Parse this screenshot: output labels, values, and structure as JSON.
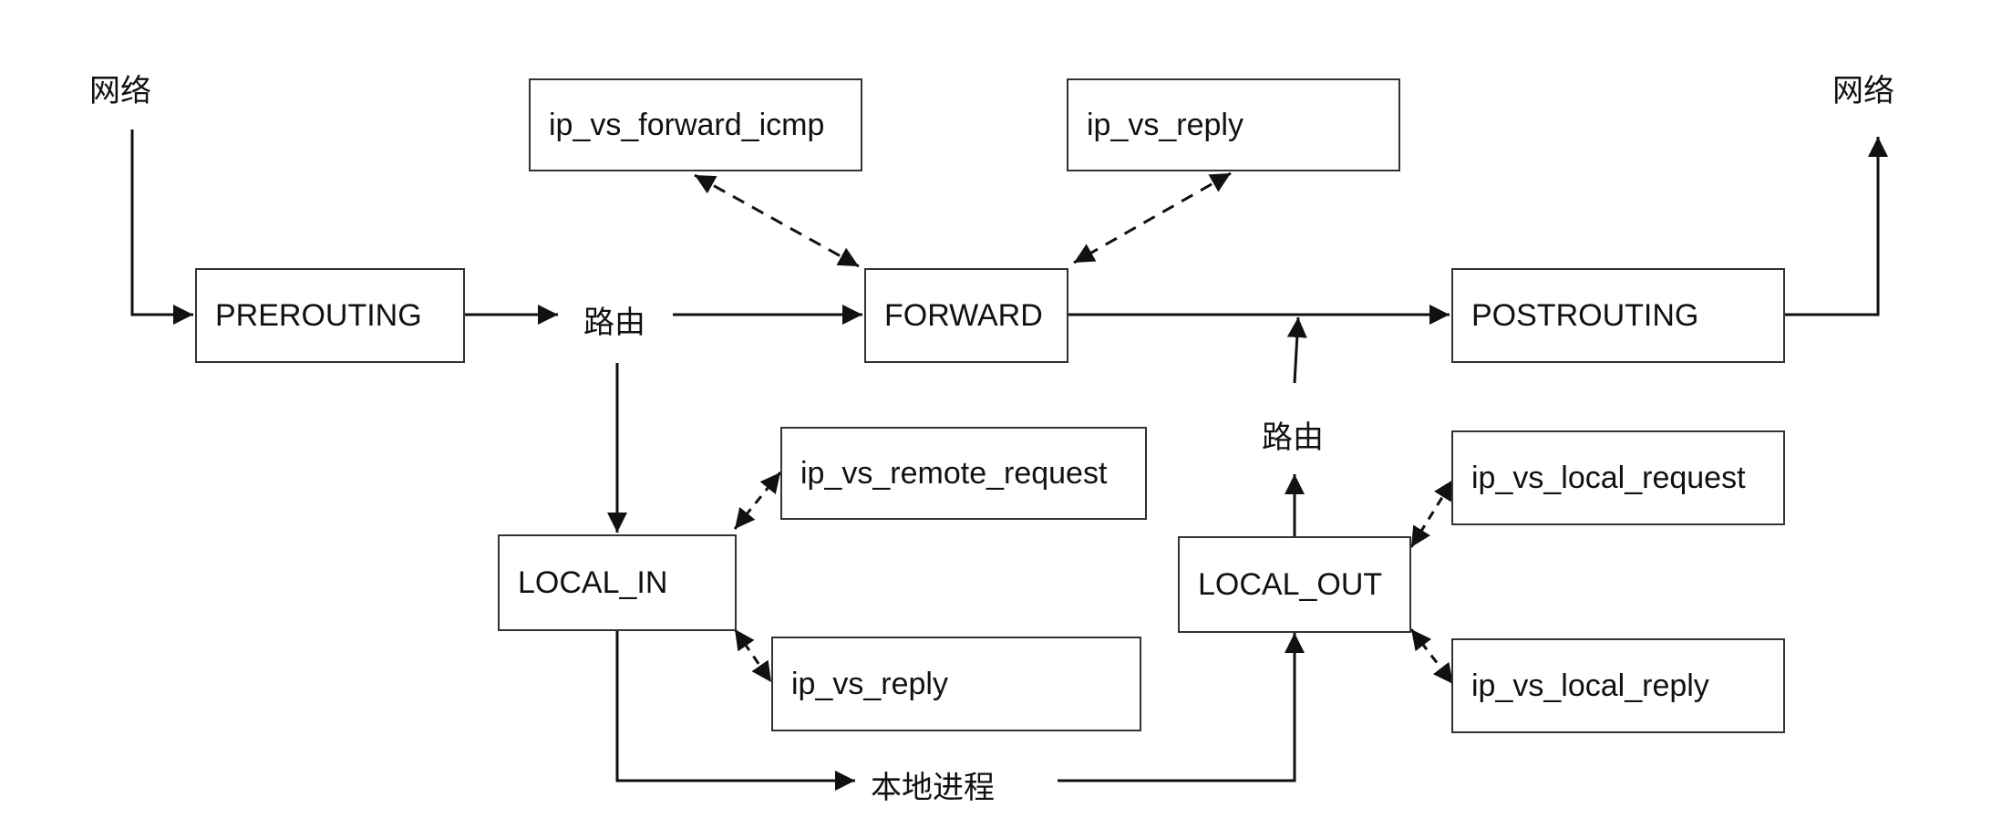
{
  "labels": {
    "network_in": "网络",
    "network_out": "网络",
    "route_1": "路由",
    "route_2": "路由",
    "local_process": "本地进程"
  },
  "nodes": {
    "prerouting": "PREROUTING",
    "forward": "FORWARD",
    "postrouting": "POSTROUTING",
    "local_in": "LOCAL_IN",
    "local_out": "LOCAL_OUT",
    "ip_vs_forward_icmp": "ip_vs_forward_icmp",
    "ip_vs_reply_top": "ip_vs_reply",
    "ip_vs_remote_request": "ip_vs_remote_request",
    "ip_vs_reply_bottom": "ip_vs_reply",
    "ip_vs_local_request": "ip_vs_local_request",
    "ip_vs_local_reply": "ip_vs_local_reply"
  },
  "colors": {
    "line": "#111111",
    "box_border": "#333333"
  }
}
